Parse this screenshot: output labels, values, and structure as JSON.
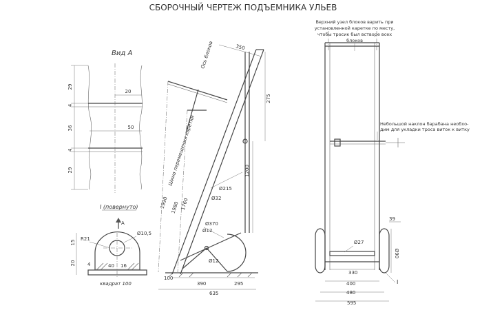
{
  "title": "СБОРОЧНЫЙ ЧЕРТЕЖ ПОДЪЕМНИКА УЛЬЕВ",
  "view_a": {
    "label": "Вид А",
    "dims_left": [
      "29",
      "4",
      "36",
      "4",
      "29"
    ],
    "dim_20": "20",
    "dim_50": "50"
  },
  "detail_i": {
    "label": "I (повернуто)",
    "arrow_label": "А",
    "r21": "R21",
    "d105": "Ø10,5",
    "h15": "15",
    "h20": "20",
    "w4": "4",
    "w40": "40",
    "w16": "16",
    "square": "квадрат 100"
  },
  "side_view": {
    "d350": "350",
    "d275": "275",
    "d1200": "1200",
    "d1980": "1980",
    "d1990": "1990",
    "d1760": "1760",
    "d215": "Ø215",
    "d32": "Ø32",
    "d370": "Ø370",
    "d12": "Ø12",
    "d12b": "Ø12",
    "d100": "100",
    "d390": "390",
    "d295": "295",
    "d635": "635",
    "note_top": "Ось блоков",
    "note_mid": "Шина перемещения каретки"
  },
  "front_view": {
    "note_top": "Верхний узел блоков варить при установленной каретке по месту, чтобы тросик был встворе всех блоков",
    "note_top_lines": [
      "Верхний узел блоков варить при",
      "установленной каретке по месту,",
      "чтобы тросик был встворе всех",
      "блоков"
    ],
    "note_mid": "Небольшой наклон барабана необходим для укладки троса виток к витку",
    "note_mid_lines": [
      "Небольшой наклон барабана необхо-",
      "дим для укладки троса виток к витку"
    ],
    "d39": "39",
    "d27": "Ø27",
    "d330": "330",
    "d400": "400",
    "d480": "480",
    "d595": "595",
    "d90": "Ø90",
    "roman_i": "I"
  }
}
